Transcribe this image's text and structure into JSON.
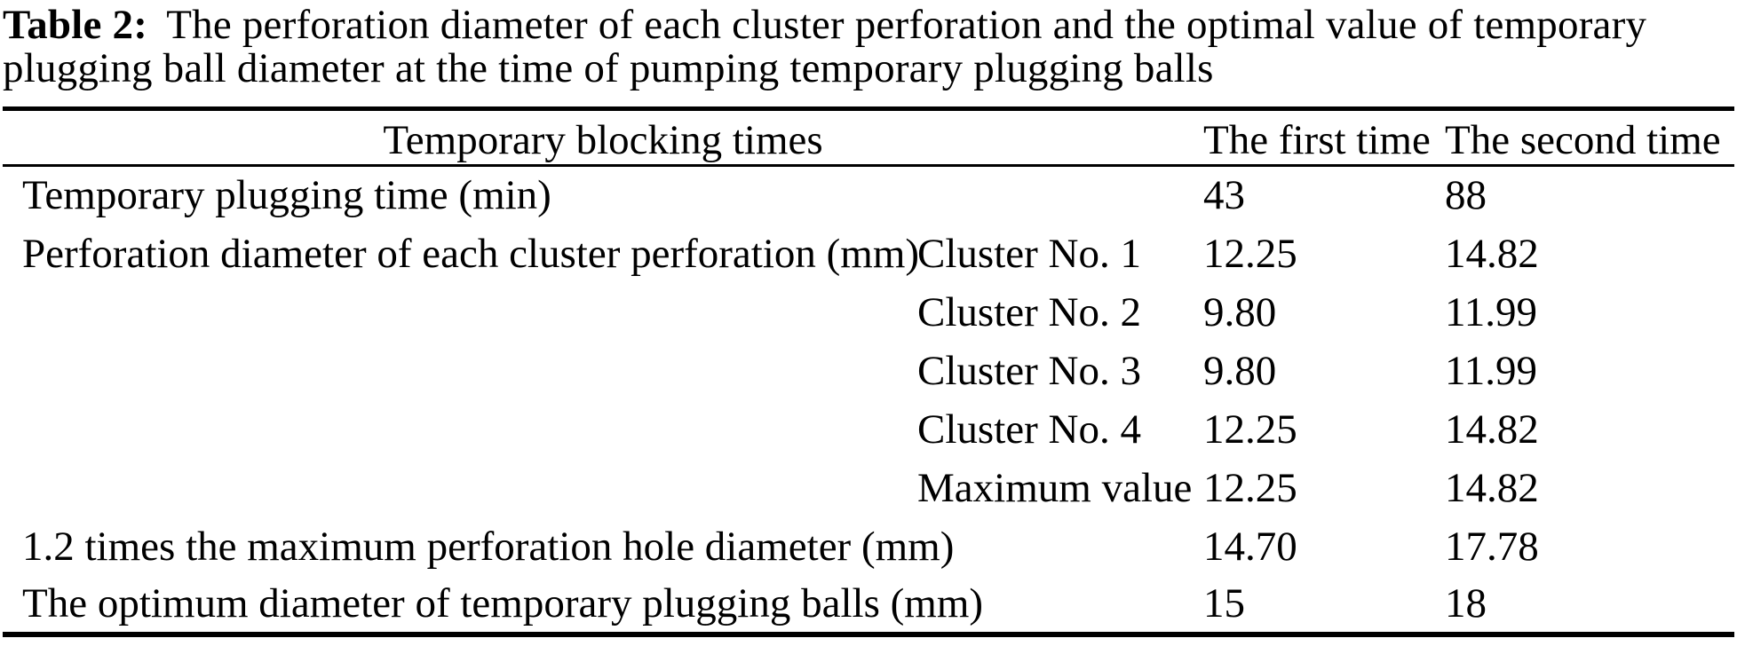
{
  "caption": {
    "label": "Table 2:",
    "text": "The perforation diameter of each cluster perforation and the optimal value of temporary plugging ball diameter at the time of pumping temporary plugging balls"
  },
  "table": {
    "header": {
      "blocking_times": "Temporary blocking times",
      "first_time": "The first time",
      "second_time": "The second time"
    },
    "rows": [
      {
        "label": "Temporary plugging time (min)",
        "sub": "",
        "first": "43",
        "second": "88"
      },
      {
        "label": "Perforation diameter of each cluster perforation (mm)",
        "sub": "Cluster No. 1",
        "first": "12.25",
        "second": "14.82"
      },
      {
        "label": "",
        "sub": "Cluster No. 2",
        "first": "9.80",
        "second": "11.99"
      },
      {
        "label": "",
        "sub": "Cluster No. 3",
        "first": "9.80",
        "second": "11.99"
      },
      {
        "label": "",
        "sub": "Cluster No. 4",
        "first": "12.25",
        "second": "14.82"
      },
      {
        "label": "",
        "sub": "Maximum value",
        "first": "12.25",
        "second": "14.82"
      },
      {
        "label": "1.2 times the maximum perforation hole diameter (mm)",
        "sub": "",
        "first": "14.70",
        "second": "17.78"
      },
      {
        "label": "The optimum diameter of temporary plugging balls (mm)",
        "sub": "",
        "first": "15",
        "second": "18"
      }
    ]
  },
  "colors": {
    "background": "#ffffff",
    "text": "#000000",
    "rule": "#000000"
  }
}
